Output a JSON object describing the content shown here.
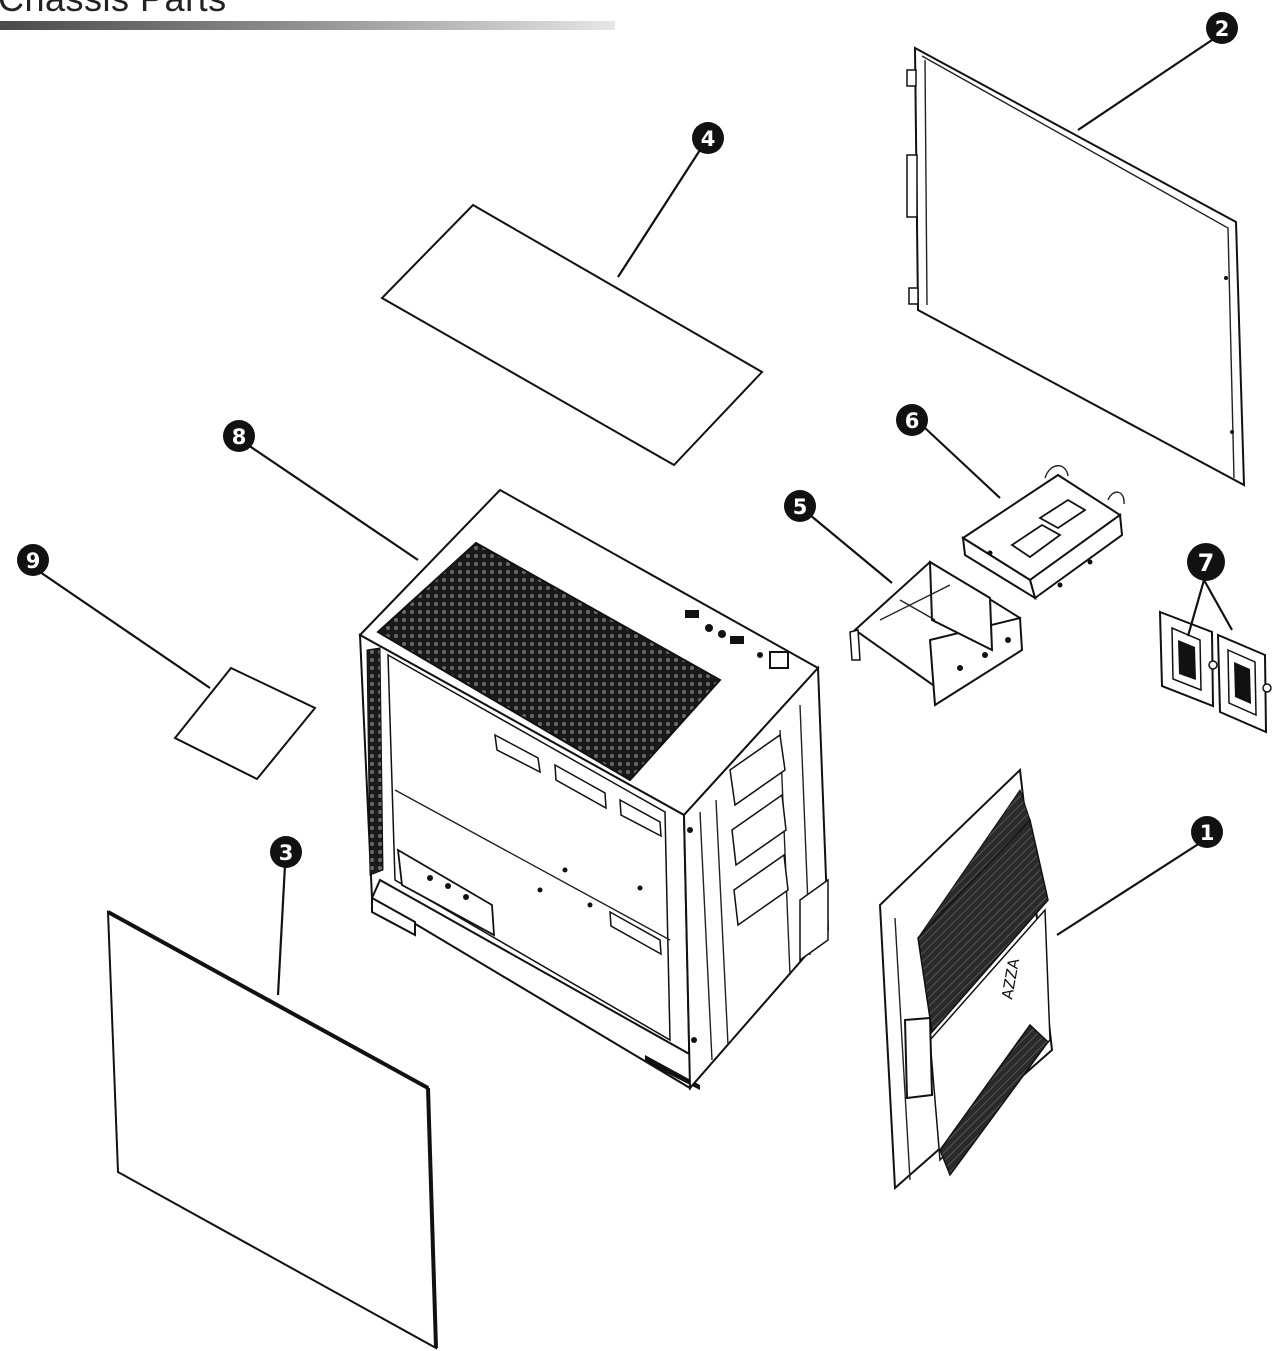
{
  "title": "Chassis Parts",
  "callouts": [
    {
      "id": "1",
      "label": "1"
    },
    {
      "id": "2",
      "label": "2"
    },
    {
      "id": "3",
      "label": "3"
    },
    {
      "id": "4",
      "label": "4"
    },
    {
      "id": "5",
      "label": "5"
    },
    {
      "id": "6",
      "label": "6"
    },
    {
      "id": "7",
      "label": "7"
    },
    {
      "id": "8",
      "label": "8"
    },
    {
      "id": "9",
      "label": "9"
    }
  ],
  "brand_mark": "AZZA",
  "colors": {
    "ink": "#111111",
    "background": "#ffffff",
    "mesh": "#1a1a1a"
  }
}
